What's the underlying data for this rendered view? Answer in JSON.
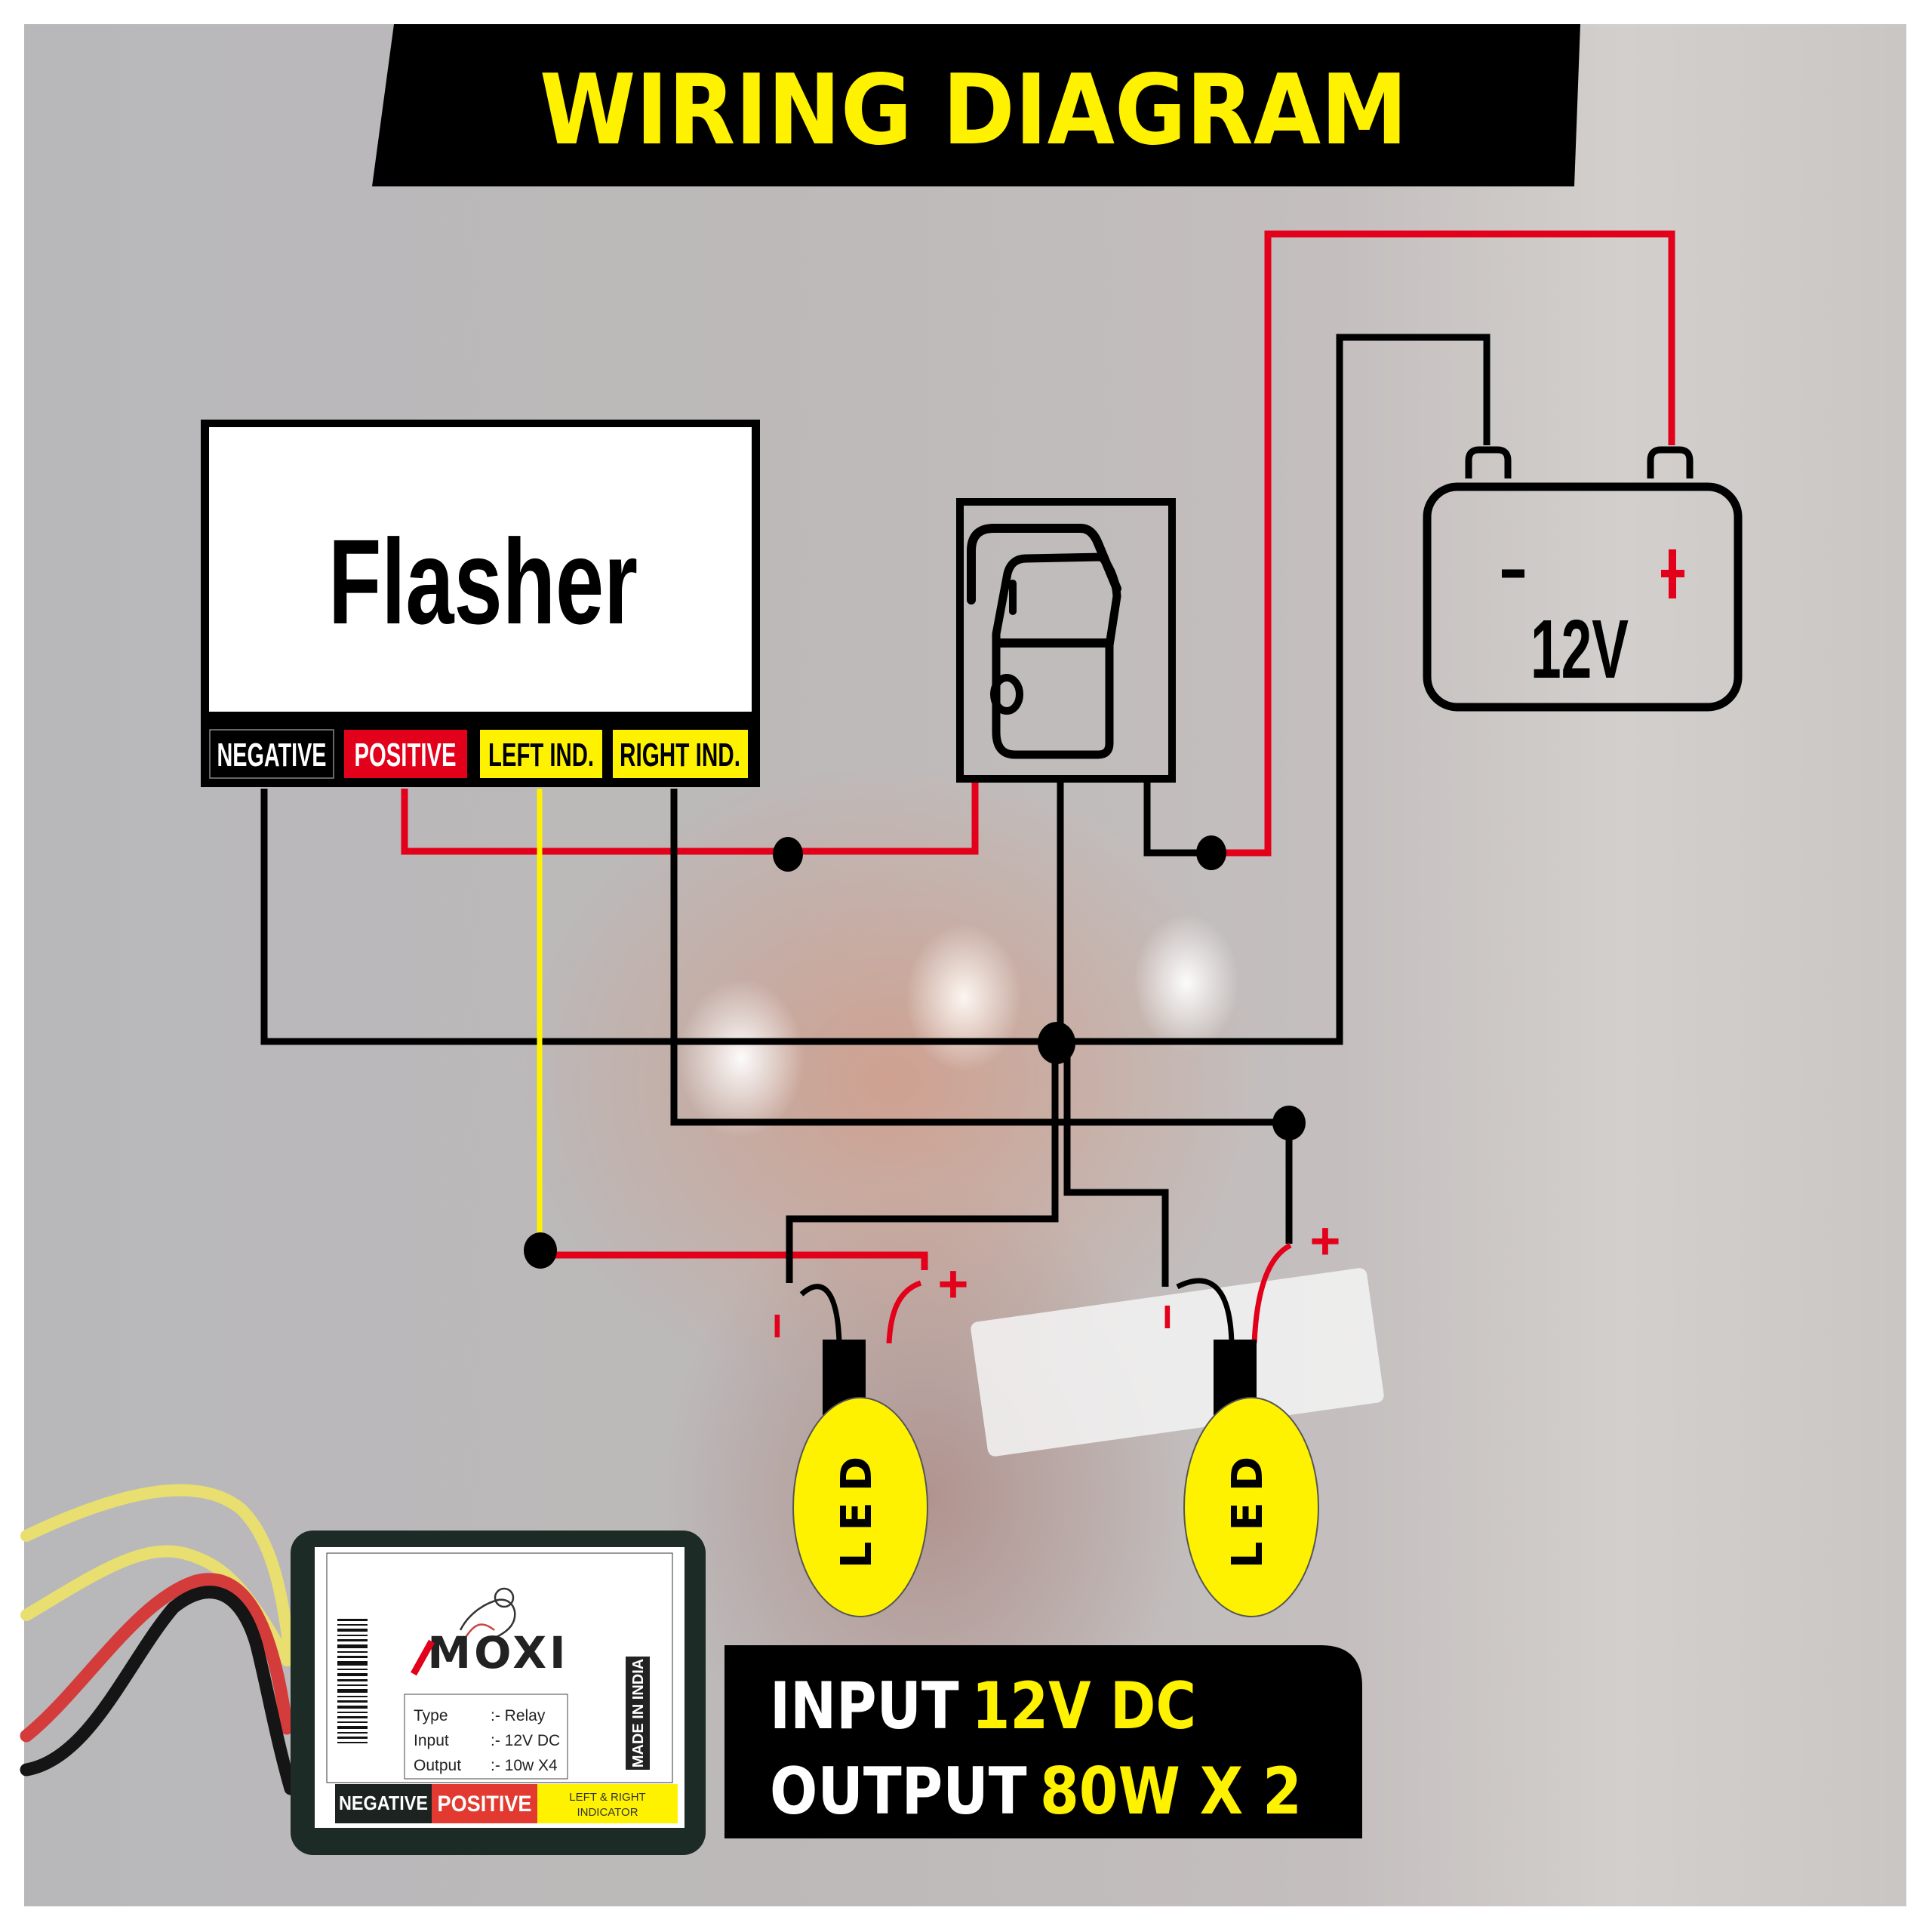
{
  "header": {
    "title": "WIRING DIAGRAM"
  },
  "flasher": {
    "label": "Flasher",
    "terminals": [
      {
        "label": "NEGATIVE",
        "color": "#000000",
        "text_color": "#ffffff"
      },
      {
        "label": "POSITIVE",
        "color": "#e3001b",
        "text_color": "#ffffff"
      },
      {
        "label": "LEFT IND.",
        "color": "#fff200",
        "text_color": "#000000"
      },
      {
        "label": "RIGHT IND.",
        "color": "#fff200",
        "text_color": "#000000"
      }
    ]
  },
  "switch": {
    "name": "rocker-switch",
    "on_mark": "I",
    "off_mark": "O"
  },
  "battery": {
    "voltage": "12V",
    "negative_symbol": "−",
    "positive_symbol": "+"
  },
  "leds": [
    {
      "label": "LED",
      "negative_symbol": "−",
      "positive_symbol": "+"
    },
    {
      "label": "LED",
      "negative_symbol": "−",
      "positive_symbol": "+"
    }
  ],
  "product": {
    "brand": "MOXI",
    "specs": [
      {
        "key": "Type",
        "value": ":- Relay"
      },
      {
        "key": "Input",
        "value": ":- 12V DC"
      },
      {
        "key": "Output",
        "value": ":- 10w X4"
      }
    ],
    "origin": "MADE IN INDIA",
    "labels": {
      "negative": "NEGATIVE",
      "positive": "POSITIVE",
      "indicator_line1": "LEFT & RIGHT",
      "indicator_line2": "INDICATOR"
    }
  },
  "specs_banner": {
    "line1_label": "INPUT",
    "line1_value": "12V DC",
    "line2_label": "OUTPUT",
    "line2_value": "80W X 2"
  },
  "colors": {
    "wire_black": "#000000",
    "wire_red": "#e3001b",
    "wire_yellow": "#fff200",
    "accent_yellow": "#fff200"
  }
}
